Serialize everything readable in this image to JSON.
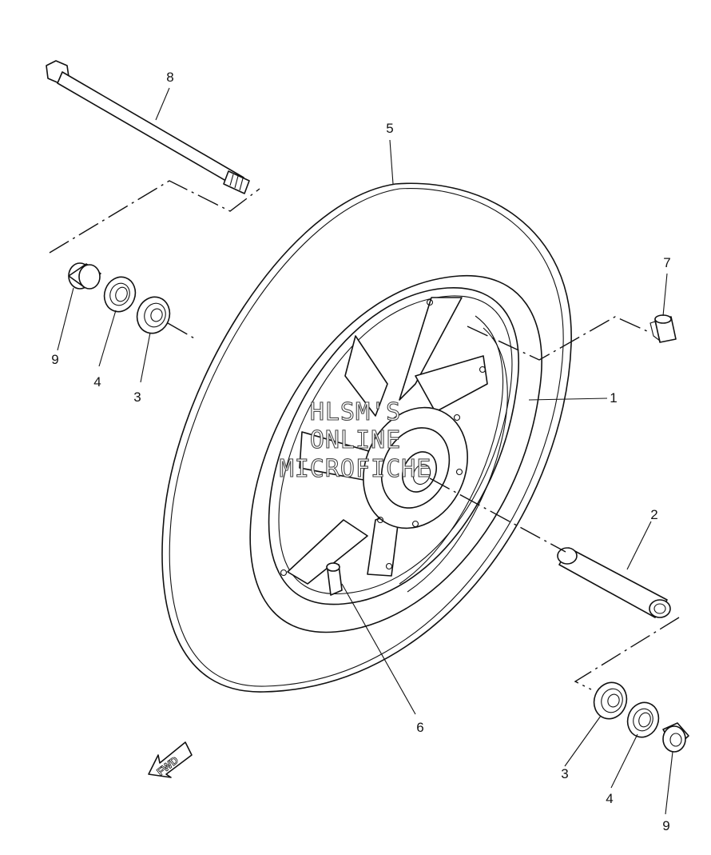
{
  "callouts": {
    "c1": "1",
    "c2": "2",
    "c3a": "3",
    "c3b": "3",
    "c4a": "4",
    "c4b": "4",
    "c5": "5",
    "c6": "6",
    "c7": "7",
    "c8": "8",
    "c9a": "9",
    "c9b": "9"
  },
  "watermark": {
    "line1": "HLSM'S",
    "line2": "ONLINE",
    "line3": "MICROFICHE"
  },
  "direction_label": "FWD"
}
